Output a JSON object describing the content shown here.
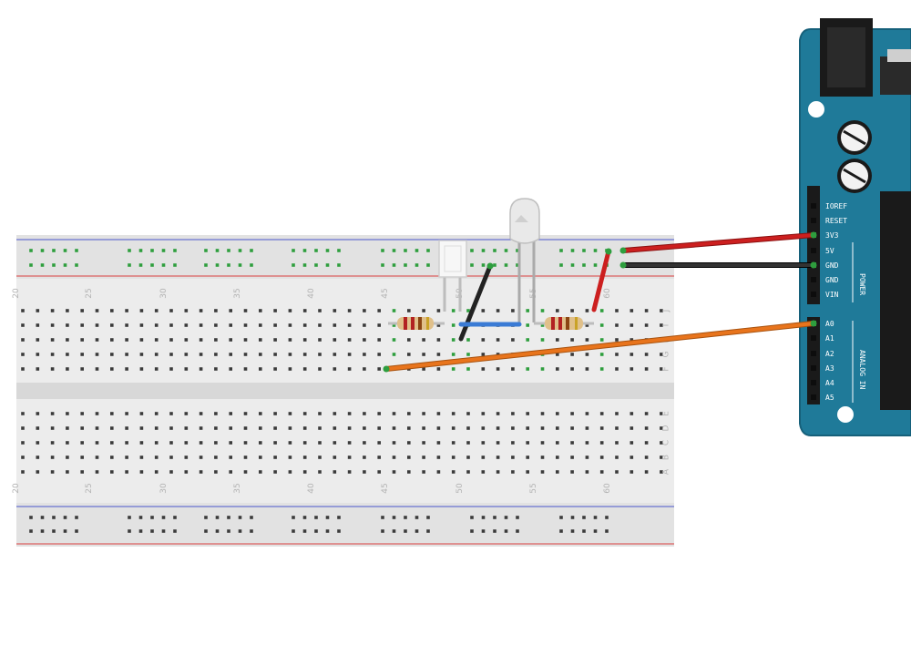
{
  "breadboard": {
    "column_numbers": [
      "20",
      "25",
      "30",
      "35",
      "40",
      "45",
      "50",
      "55",
      "60"
    ],
    "row_letters_top": [
      "J",
      "I",
      "H",
      "G",
      "F"
    ],
    "row_letters_bottom": [
      "E",
      "D",
      "C",
      "B",
      "A"
    ]
  },
  "arduino": {
    "power_pins": [
      "IOREF",
      "RESET",
      "3V3",
      "5V",
      "GND",
      "GND",
      "VIN"
    ],
    "power_header_label": "POWER",
    "analog_pins": [
      "A0",
      "A1",
      "A2",
      "A3",
      "A4",
      "A5"
    ],
    "analog_header_label": "ANALOG IN"
  },
  "colors": {
    "board": "#1f7a99",
    "wire_red": "#cc1f1f",
    "wire_black": "#222222",
    "wire_orange": "#e8741c",
    "wire_blue": "#3a7bd5",
    "hole_active": "#2e9e3e",
    "hole": "#3a3a3a",
    "rail_red": "#d94040",
    "rail_blue": "#4a55cc"
  },
  "components": [
    "resistor-left",
    "resistor-right",
    "photoresistor",
    "led",
    "wire-3v3",
    "wire-gnd",
    "wire-a0",
    "jumper-black",
    "jumper-blue",
    "jumper-red"
  ]
}
